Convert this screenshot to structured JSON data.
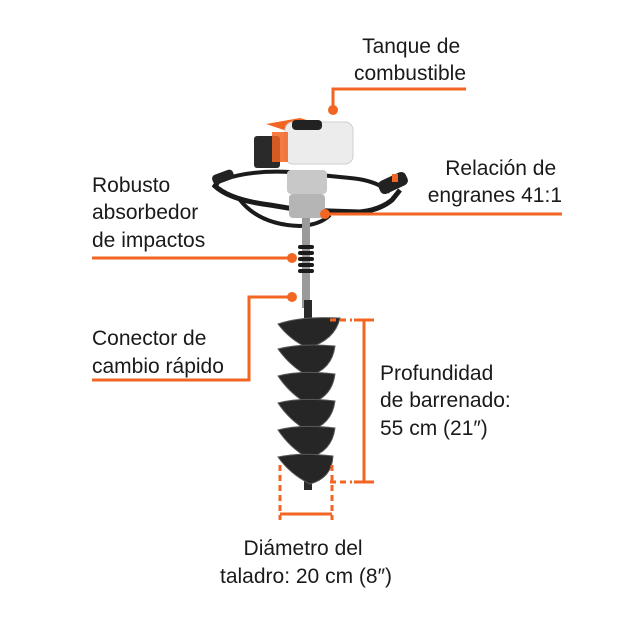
{
  "accent_color": "#f26522",
  "product": "earth-auger-drill",
  "labels": {
    "tank": [
      "Tanque de",
      "combustible"
    ],
    "gear": [
      "Relación de",
      "engranes 41:1"
    ],
    "shock": [
      "Robusto",
      "absorbedor",
      "de impactos"
    ],
    "connector": [
      "Conector de",
      "cambio rápido"
    ],
    "depth": [
      "Profundidad",
      "de barrenado:",
      "55 cm (21″)"
    ],
    "diameter": [
      "Diámetro del",
      "taladro: 20 cm (8″)"
    ]
  }
}
